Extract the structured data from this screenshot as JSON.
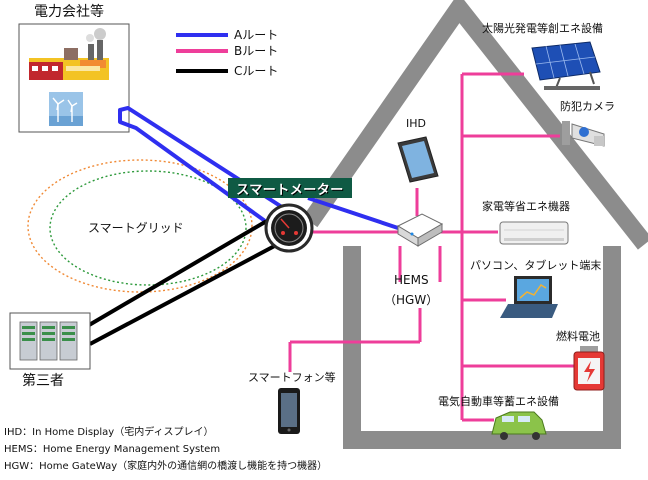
{
  "legend": {
    "a_route": "Aルート",
    "b_route": "Bルート",
    "c_route": "Cルート"
  },
  "colors": {
    "a_route": "#2f2ff0",
    "b_route": "#ee3e9a",
    "c_route": "#000000",
    "house": "#8c8c8c",
    "smart_meter_badge": "#0f5a44"
  },
  "labels": {
    "power_company": "電力会社等",
    "smart_grid": "スマートグリッド",
    "third_party": "第三者",
    "smart_meter": "スマートメーター",
    "ihd": "IHD",
    "hems": "HEMS",
    "hgw": "（HGW）",
    "smartphone": "スマートフォン等",
    "solar": "太陽光発電等創エネ設備",
    "camera": "防犯カメラ",
    "appliance": "家電等省エネ機器",
    "pc_tablet": "パソコン、タブレット端末",
    "fuel_cell": "燃料電池",
    "ev": "電気自動車等蓄エネ設備"
  },
  "footnotes": [
    "IHD：In Home Display（宅内ディスプレイ）",
    "HEMS：Home Energy Management System",
    "HGW：Home GateWay（家庭内外の通信網の橋渡し機能を持つ機器）"
  ],
  "icons": [
    "factory-icon",
    "wind-turbine-icon",
    "server-icon",
    "smart-meter-icon",
    "hems-router-icon",
    "ihd-tablet-icon",
    "smartphone-icon",
    "solar-panel-icon",
    "security-camera-icon",
    "air-conditioner-icon",
    "laptop-icon",
    "battery-icon",
    "electric-car-icon"
  ]
}
